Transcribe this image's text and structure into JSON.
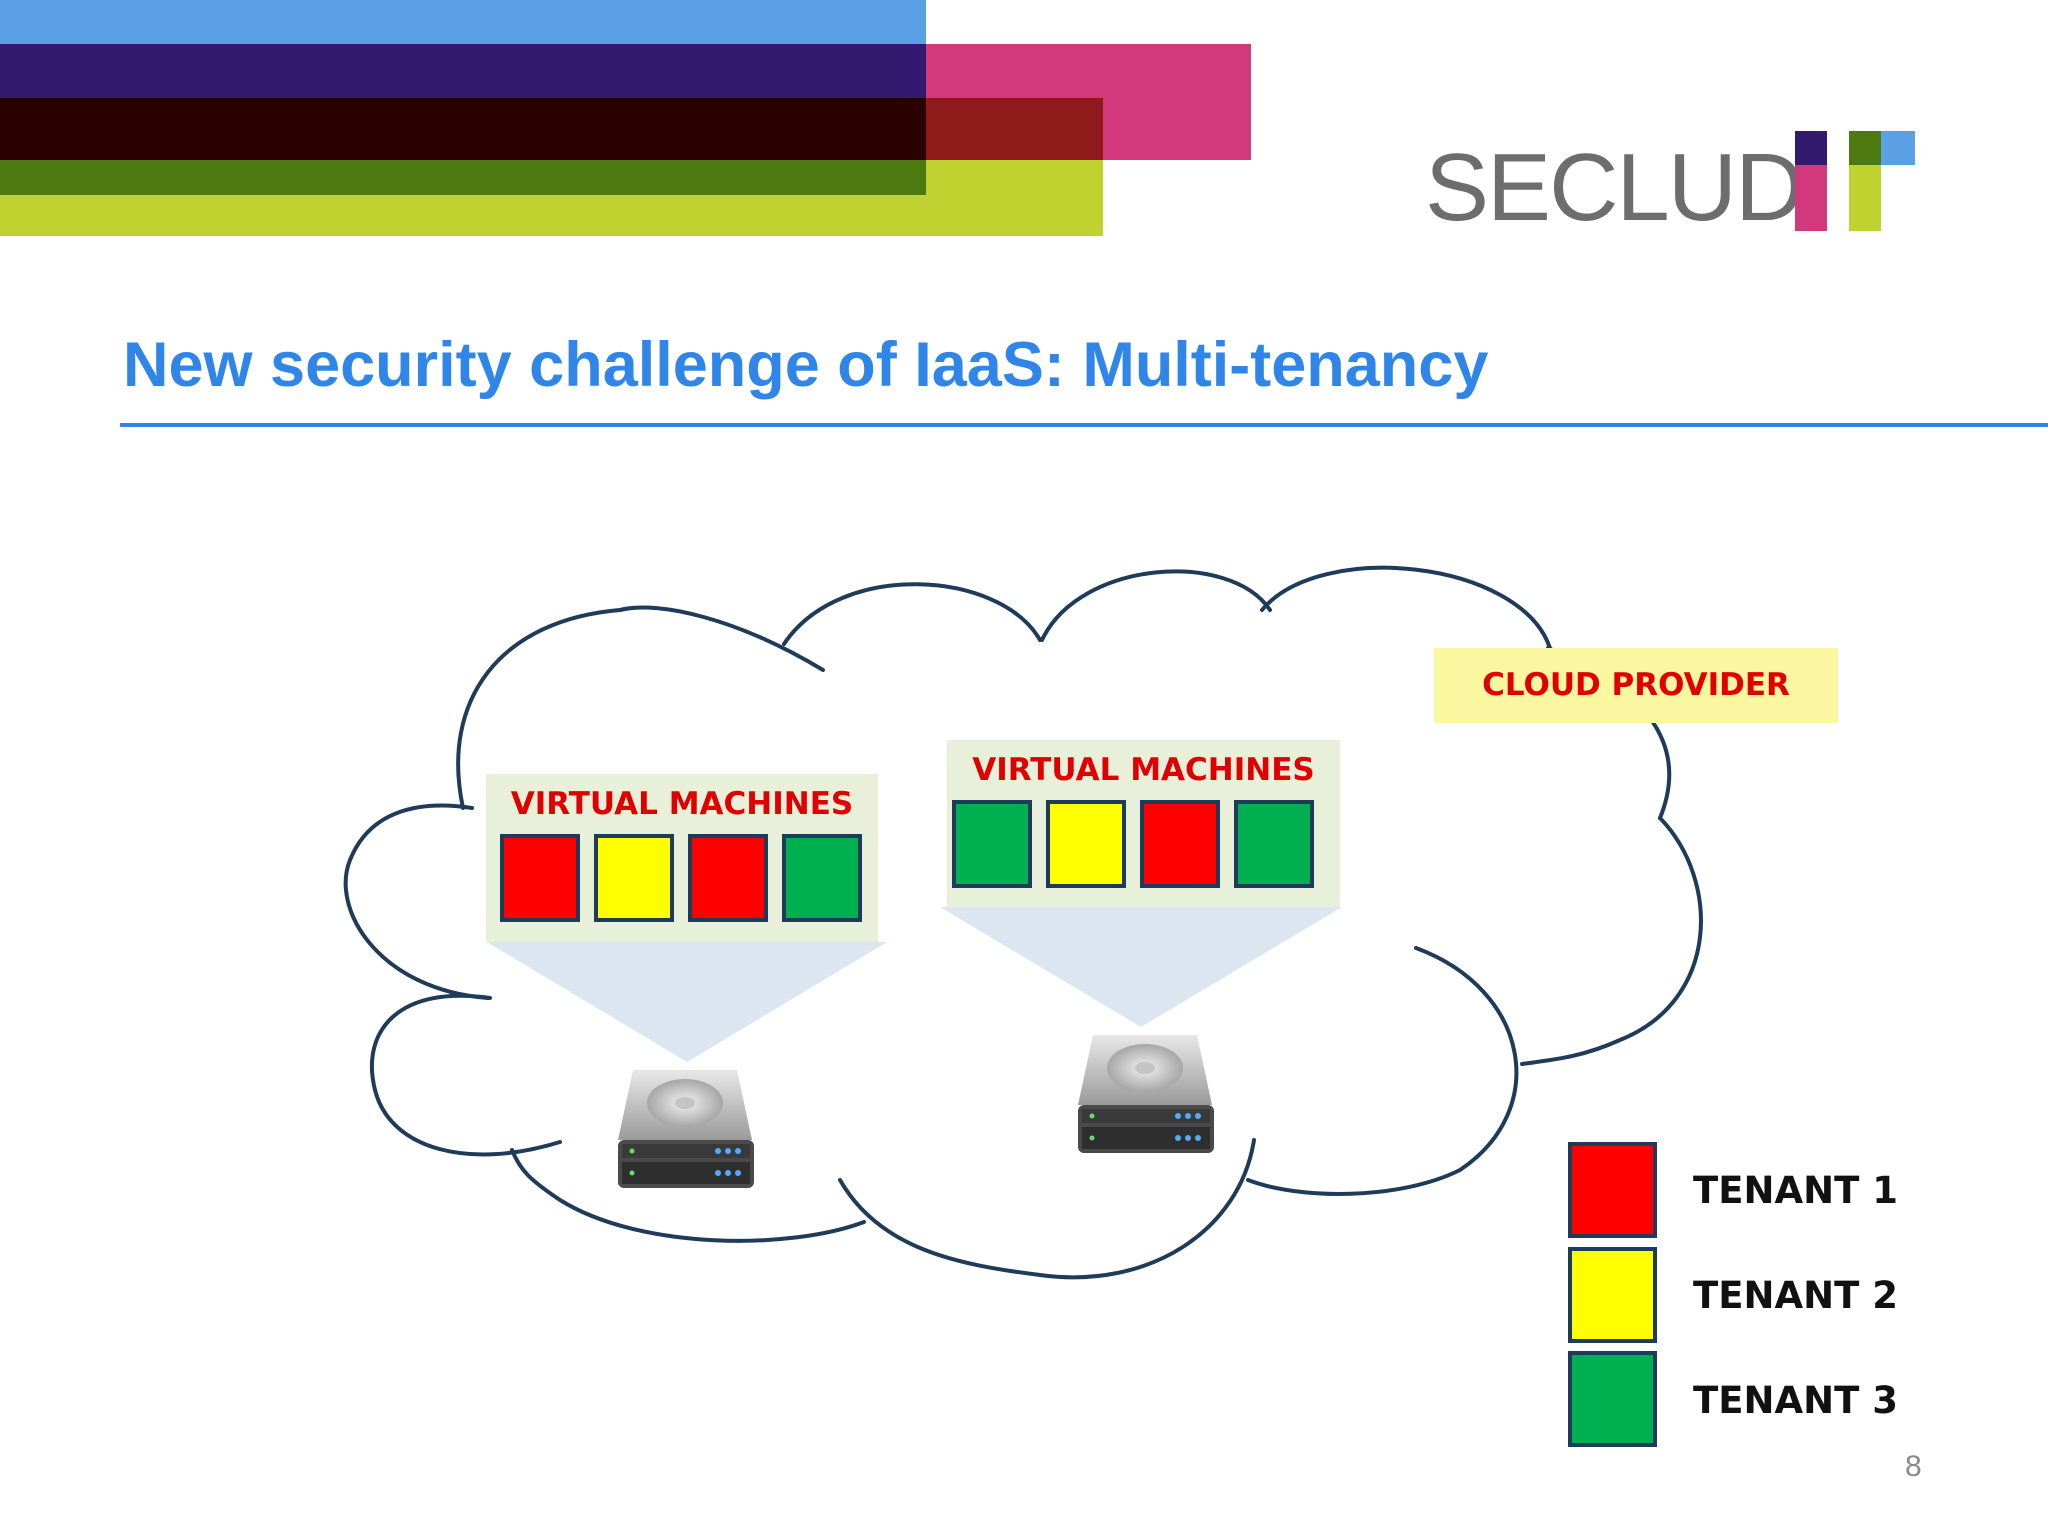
{
  "logo": {
    "text": "SECLUD"
  },
  "title": "New security challenge of IaaS: Multi-tenancy",
  "cloud_provider_label": "CLOUD PROVIDER",
  "vm_groups": [
    {
      "label": "VIRTUAL MACHINES",
      "vm_tenants": [
        1,
        2,
        1,
        3
      ]
    },
    {
      "label": "VIRTUAL MACHINES",
      "vm_tenants": [
        3,
        2,
        1,
        3
      ]
    }
  ],
  "legend": [
    {
      "label": "TENANT 1",
      "color": "#ff0000"
    },
    {
      "label": "TENANT 2",
      "color": "#ffff00"
    },
    {
      "label": "TENANT 3",
      "color": "#00b050"
    }
  ],
  "page_number": "8",
  "colors": {
    "title": "#2f86e8",
    "vm_label": "#e00000",
    "cloud_outline": "#1f3b5a",
    "banner": [
      "#5b9fe4",
      "#321a6e",
      "#2a0000",
      "#4c7a10",
      "#c0d230",
      "#d2397c",
      "#8e1a1a"
    ]
  }
}
